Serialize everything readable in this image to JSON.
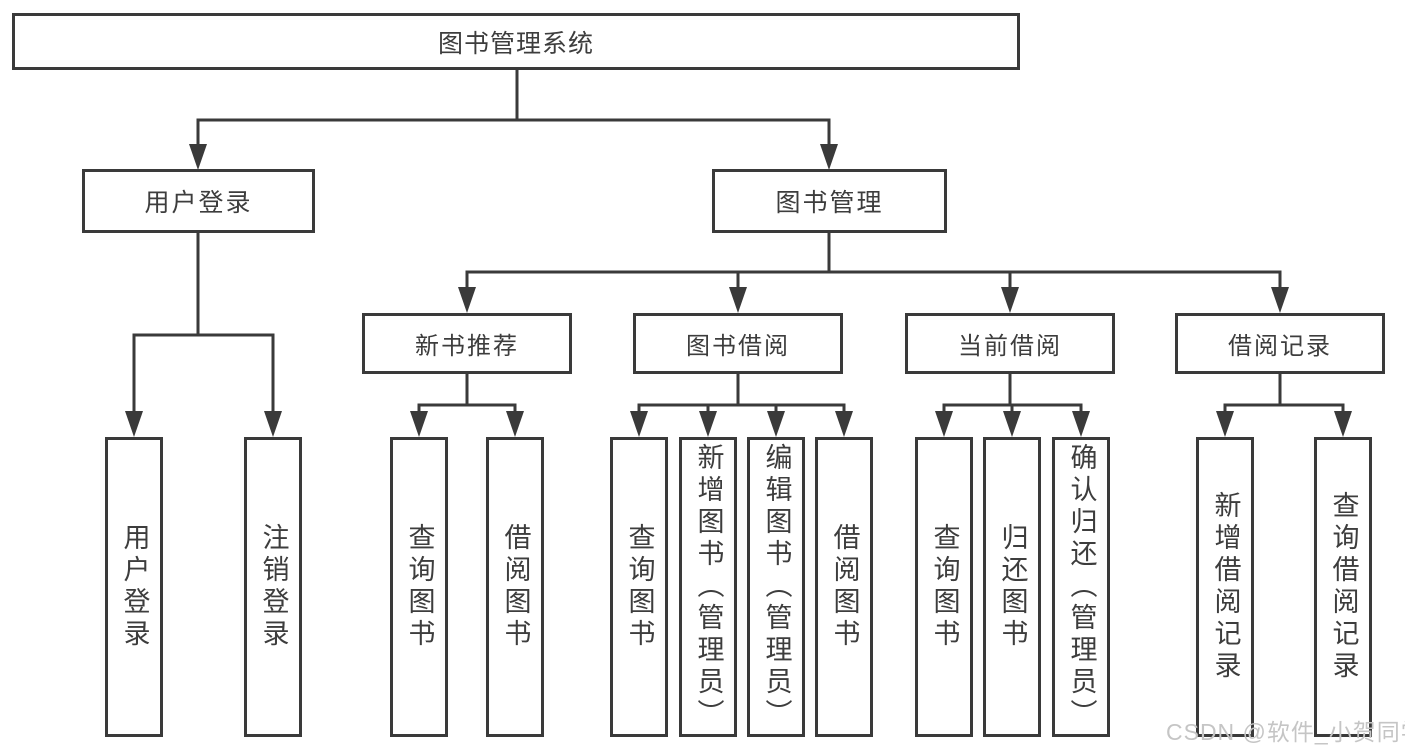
{
  "tree": {
    "root": {
      "label": "图书管理系统"
    },
    "branches": [
      {
        "label": "用户登录",
        "children": [
          {
            "label": "用户登录"
          },
          {
            "label": "注销登录"
          }
        ]
      },
      {
        "label": "图书管理",
        "children": [
          {
            "label": "新书推荐",
            "children": [
              {
                "label": "查询图书"
              },
              {
                "label": "借阅图书"
              }
            ]
          },
          {
            "label": "图书借阅",
            "children": [
              {
                "label": "查询图书"
              },
              {
                "label": "新增图书（管理员）"
              },
              {
                "label": "编辑图书（管理员）"
              },
              {
                "label": "借阅图书"
              }
            ]
          },
          {
            "label": "当前借阅",
            "children": [
              {
                "label": "查询图书"
              },
              {
                "label": "归还图书"
              },
              {
                "label": "确认归还（管理员）"
              }
            ]
          },
          {
            "label": "借阅记录",
            "children": [
              {
                "label": "新增借阅记录"
              },
              {
                "label": "查询借阅记录"
              }
            ]
          }
        ]
      }
    ]
  },
  "watermark": {
    "text": "CSDN @软件_小贺同学"
  },
  "colors": {
    "line": "#3a3a3a",
    "text": "#3d3d3d",
    "watermark": "#c5c5c5",
    "background": "#ffffff"
  }
}
